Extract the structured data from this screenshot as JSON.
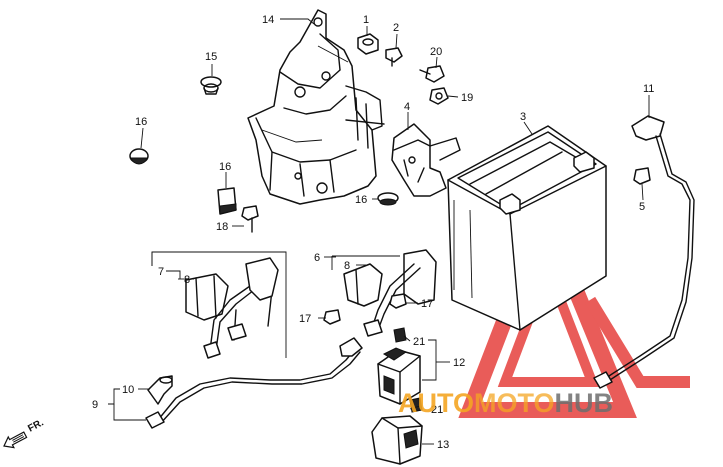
{
  "diagram": {
    "callouts": {
      "c1": "1",
      "c2": "2",
      "c3": "3",
      "c4": "4",
      "c5": "5",
      "c6": "6",
      "c7": "7",
      "c8a": "8",
      "c8b": "8",
      "c9": "9",
      "c10": "10",
      "c11": "11",
      "c12": "12",
      "c13": "13",
      "c14": "14",
      "c15": "15",
      "c16a": "16",
      "c16b": "16",
      "c16c": "16",
      "c17a": "17",
      "c17b": "17",
      "c18": "18",
      "c19": "19",
      "c20": "20",
      "c21a": "21",
      "c21b": "21"
    },
    "direction_label": "FR."
  },
  "watermark": {
    "part1": "AUTO",
    "part2": "MOTO",
    "part3": "HUB",
    "colors": {
      "red": "#e53935",
      "orange": "#f5a623",
      "gray": "#6e6e6e"
    }
  }
}
